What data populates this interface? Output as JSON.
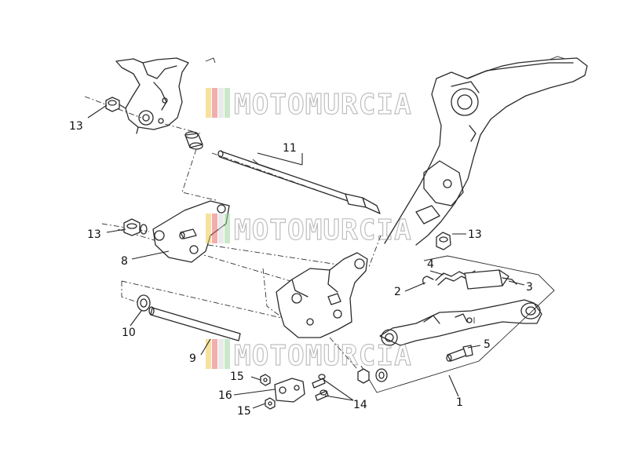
{
  "watermark": {
    "text": "MOTOMURCIA",
    "stripe_colors": [
      "#f2c94c",
      "#e86a6a",
      "#d9d9d9",
      "#9fd39f"
    ]
  },
  "callouts": {
    "c1": "1",
    "c2": "2",
    "c3": "3",
    "c4": "4",
    "c5": "5",
    "c8": "8",
    "c9": "9",
    "c10": "10",
    "c11": "11",
    "c13a": "13",
    "c13b": "13",
    "c13c": "13",
    "c14": "14",
    "c15a": "15",
    "c15b": "15",
    "c16": "16"
  }
}
